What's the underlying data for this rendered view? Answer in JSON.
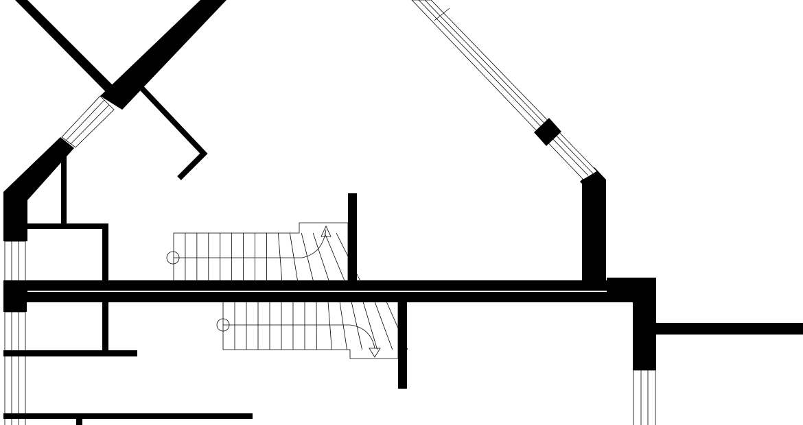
{
  "plan": {
    "type": "architectural floor plan",
    "colors": {
      "wall": "#000000",
      "background": "#ffffff",
      "line": "#000000"
    },
    "stair_flights": 2,
    "upper_stair_steps": 14,
    "lower_stair_steps": 14
  }
}
